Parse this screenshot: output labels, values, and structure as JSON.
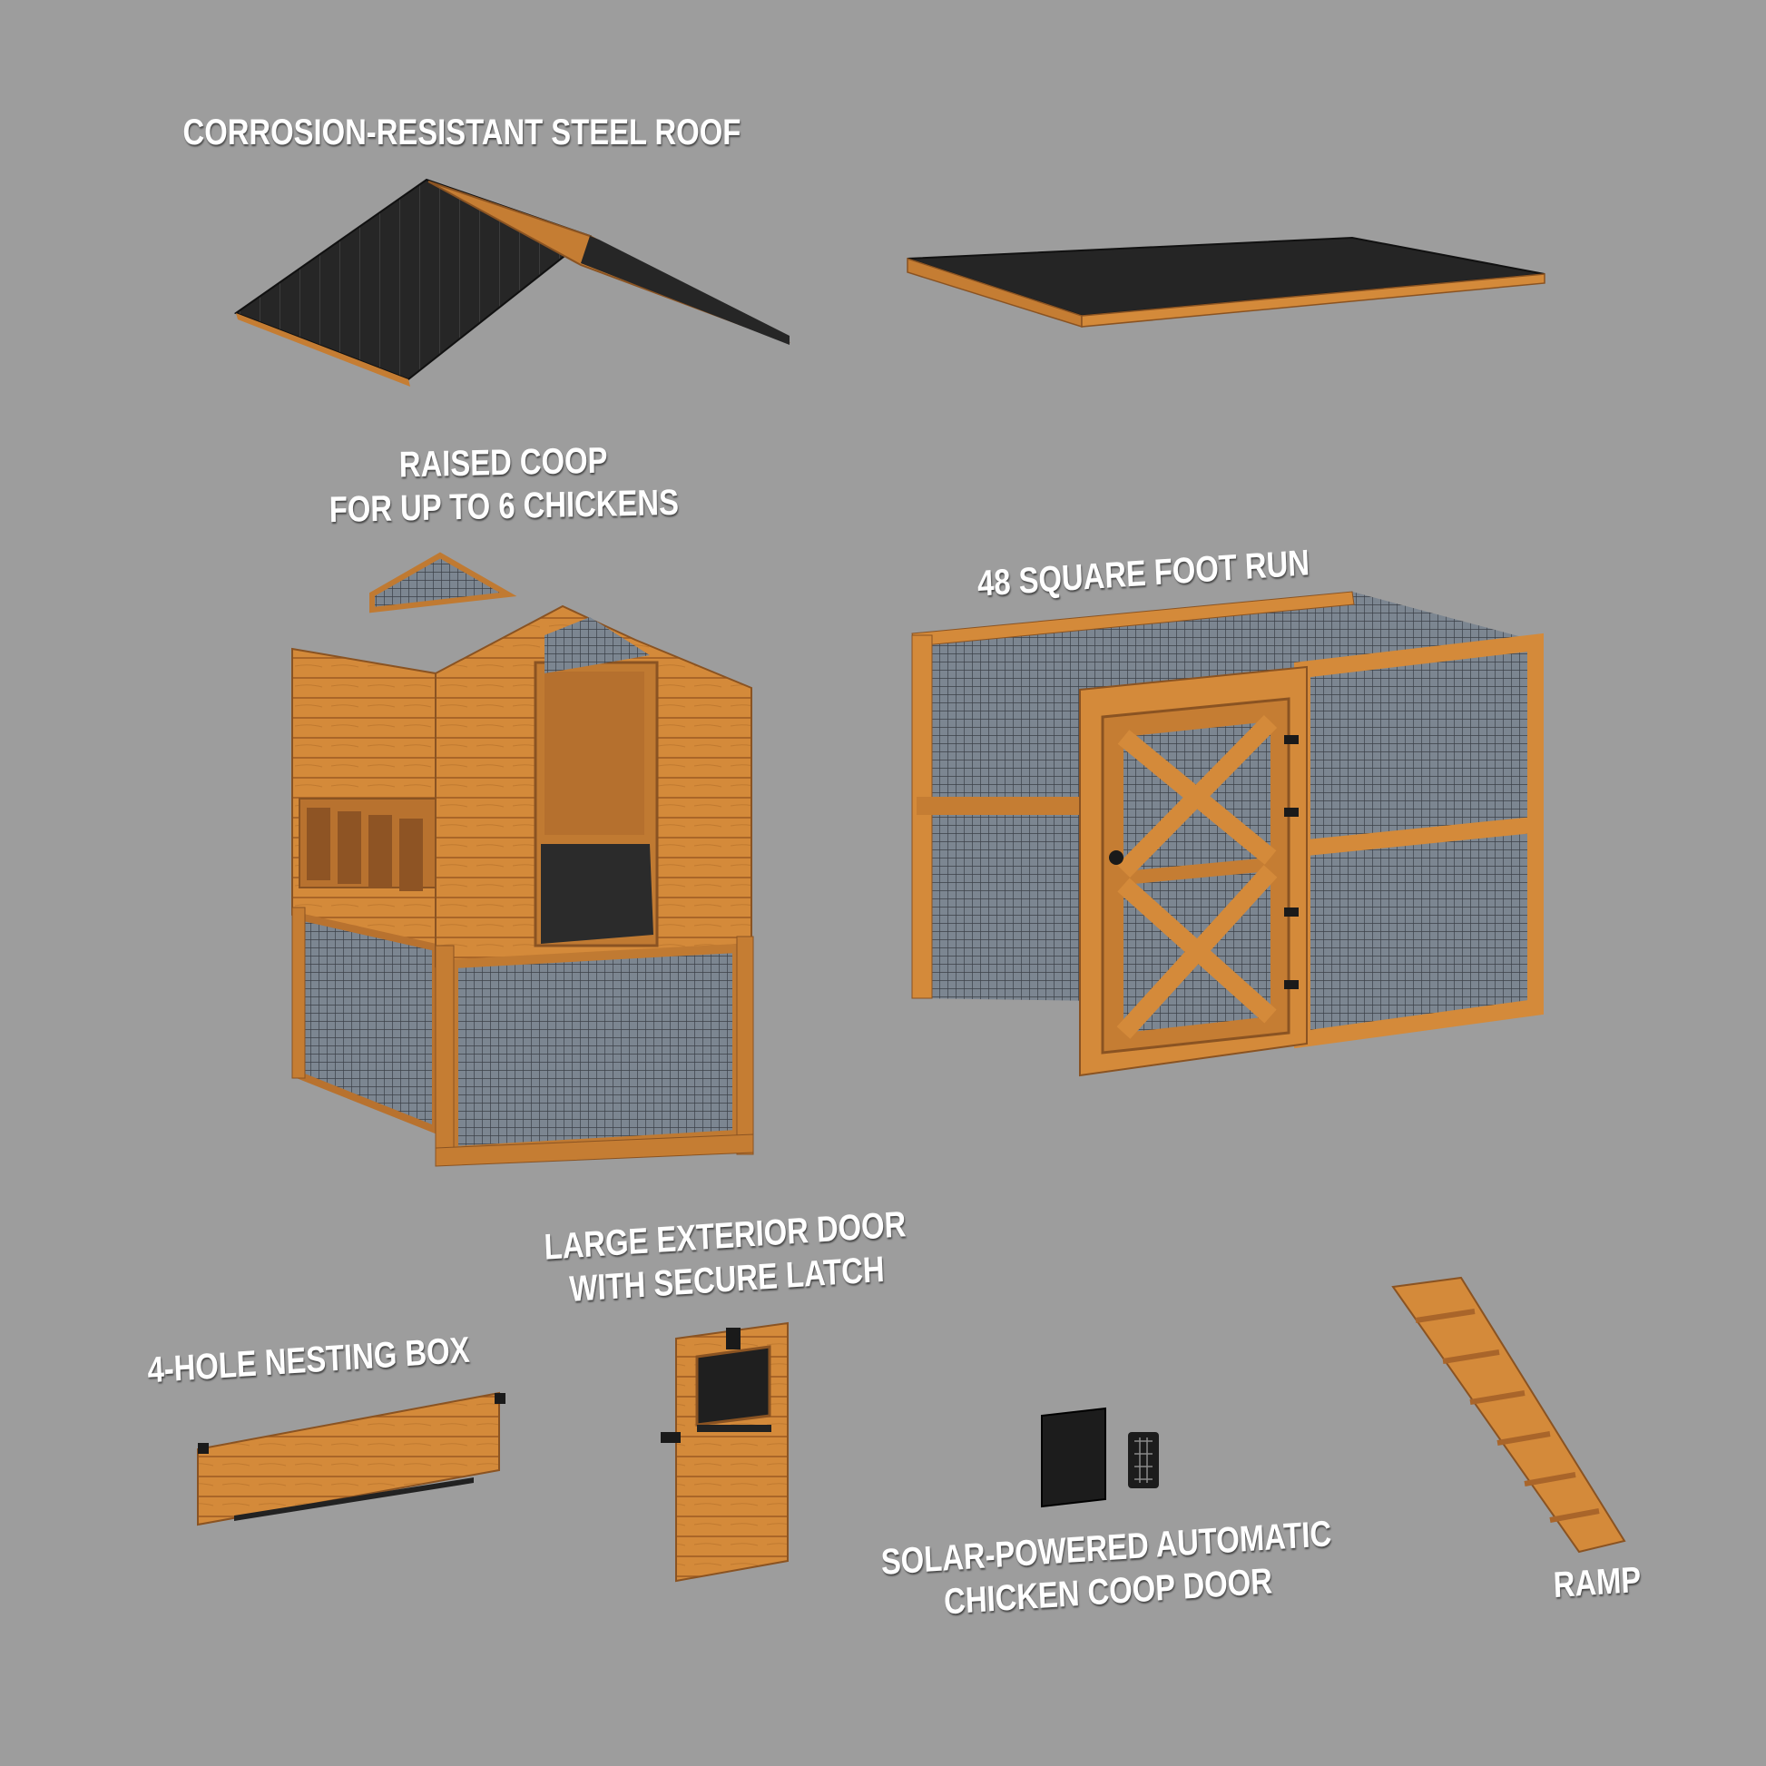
{
  "labels": {
    "roof": "CORROSION-RESISTANT STEEL ROOF",
    "coop_line1": "RAISED COOP",
    "coop_line2": "FOR UP TO 6 CHICKENS",
    "run": "48 SQUARE FOOT RUN",
    "door_line1": "LARGE EXTERIOR DOOR",
    "door_line2": "WITH SECURE LATCH",
    "nesting": "4-HOLE NESTING BOX",
    "solar_line1": "SOLAR-POWERED AUTOMATIC",
    "solar_line2": "CHICKEN COOP DOOR",
    "ramp": "RAMP"
  },
  "colors": {
    "background": "#9d9d9d",
    "wood": "#d48a3a",
    "wood_dark": "#a9652a",
    "roof_metal": "#222222",
    "mesh": "#6f7a86",
    "text": "#ffffff"
  },
  "parts": [
    "gable-roof",
    "flat-run-roof",
    "raised-coop",
    "run-enclosure",
    "nesting-box",
    "exterior-door",
    "solar-coop-door",
    "ramp"
  ]
}
